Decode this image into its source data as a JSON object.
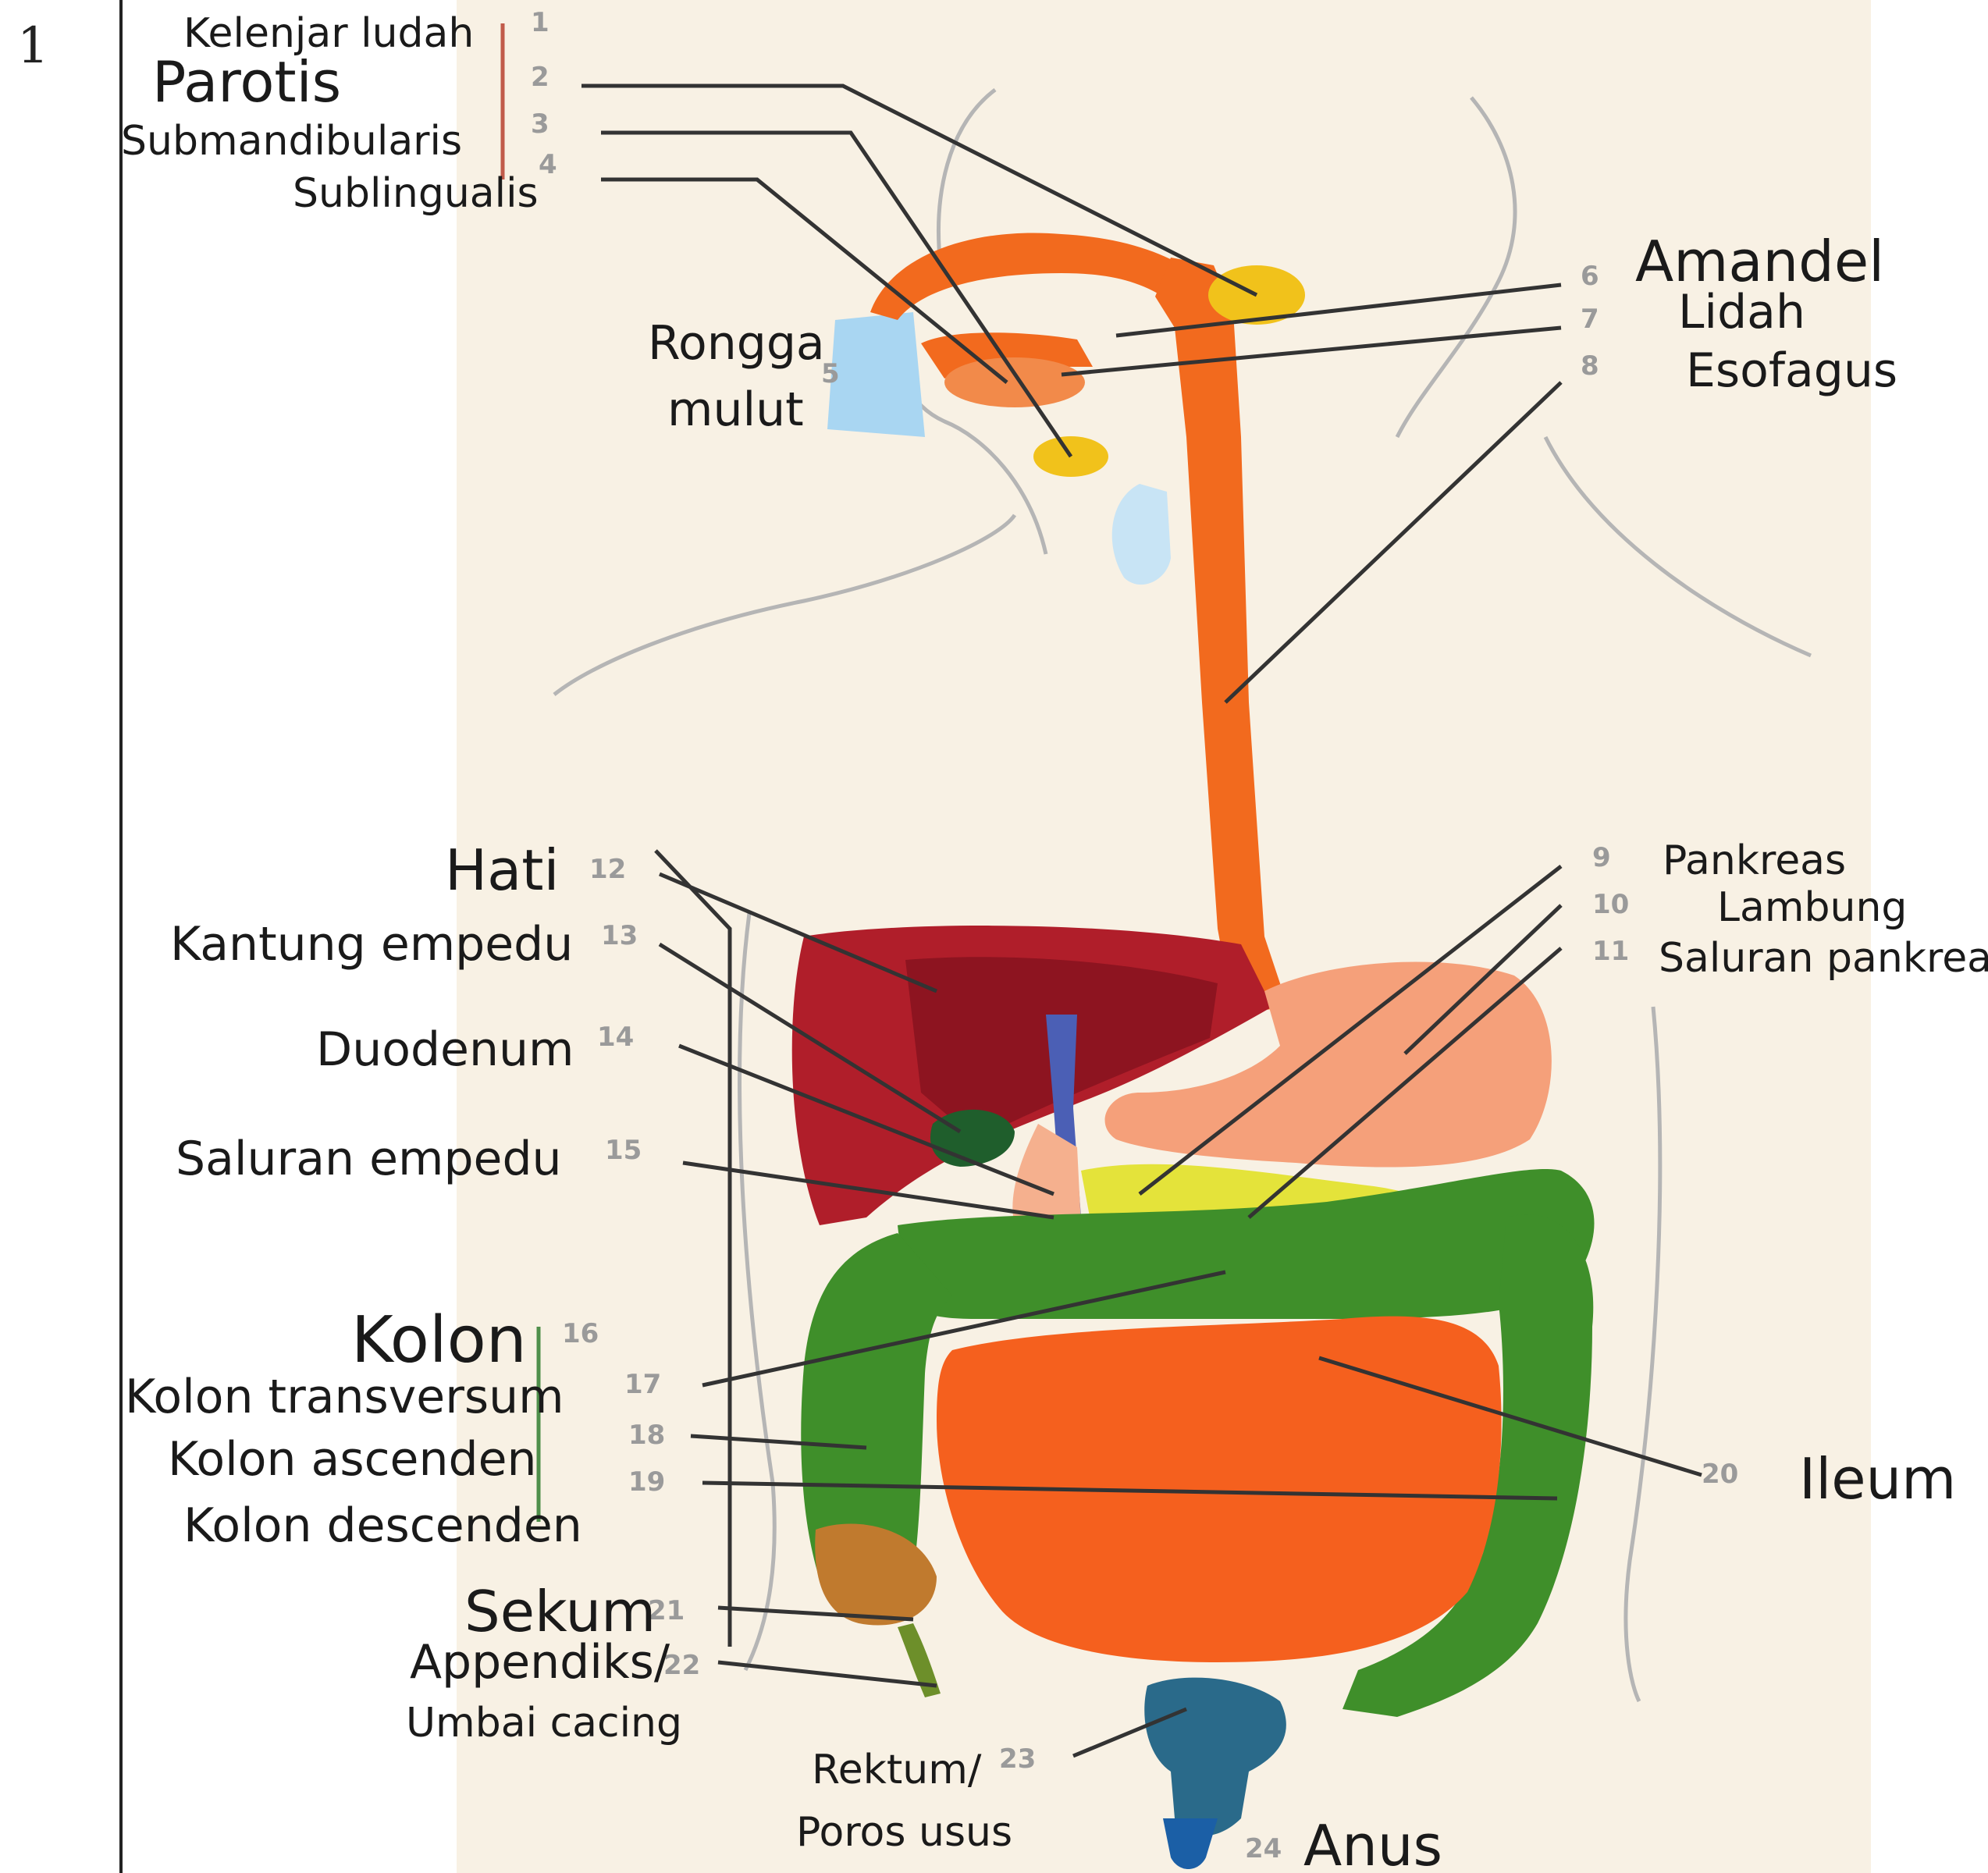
{
  "question_number": "1",
  "labels": {
    "salivary_glands": "Kelenjar ludah",
    "parotis": "Parotis",
    "submandibularis": "Submandibularis",
    "sublingualis": "Sublingualis",
    "oral_cavity_line1": "Rongga",
    "oral_cavity_line2": "mulut",
    "amandel": "Amandel",
    "lidah": "Lidah",
    "esofagus": "Esofagus",
    "pankreas": "Pankreas",
    "lambung": "Lambung",
    "saluran_pankreas": "Saluran pankreas",
    "hati": "Hati",
    "kantung_empedu": "Kantung empedu",
    "duodenum": "Duodenum",
    "saluran_empedu": "Saluran empedu",
    "kolon": "Kolon",
    "kolon_transversum": "Kolon transversum",
    "kolon_ascenden": "Kolon ascenden",
    "kolon_descenden": "Kolon descenden",
    "sekum": "Sekum",
    "appendiks_line1": "Appendiks/",
    "appendiks_line2": "Umbai cacing",
    "rektum_line1": "Rektum/",
    "rektum_line2": "Poros usus",
    "anus": "Anus",
    "ileum": "Ileum"
  },
  "numbers": {
    "n1": "1",
    "n2": "2",
    "n3": "3",
    "n4": "4",
    "n5": "5",
    "n6": "6",
    "n7": "7",
    "n8": "8",
    "n9": "9",
    "n10": "10",
    "n11": "11",
    "n12": "12",
    "n13": "13",
    "n14": "14",
    "n15": "15",
    "n16": "16",
    "n17": "17",
    "n18": "18",
    "n19": "19",
    "n20": "20",
    "n21": "21",
    "n22": "22",
    "n23": "23",
    "n24": "24"
  },
  "colors": {
    "esophagus": "#f26a1e",
    "liver": "#b01e2a",
    "stomach": "#f5a07a",
    "colon": "#3f8f2a",
    "small_intestine": "#f5601e",
    "pancreas": "#e4e33a",
    "gallbladder": "#1f5e2c",
    "rectum": "#1b5fa6",
    "mouth": "#a9d6f2",
    "glands": "#f1c21b"
  }
}
